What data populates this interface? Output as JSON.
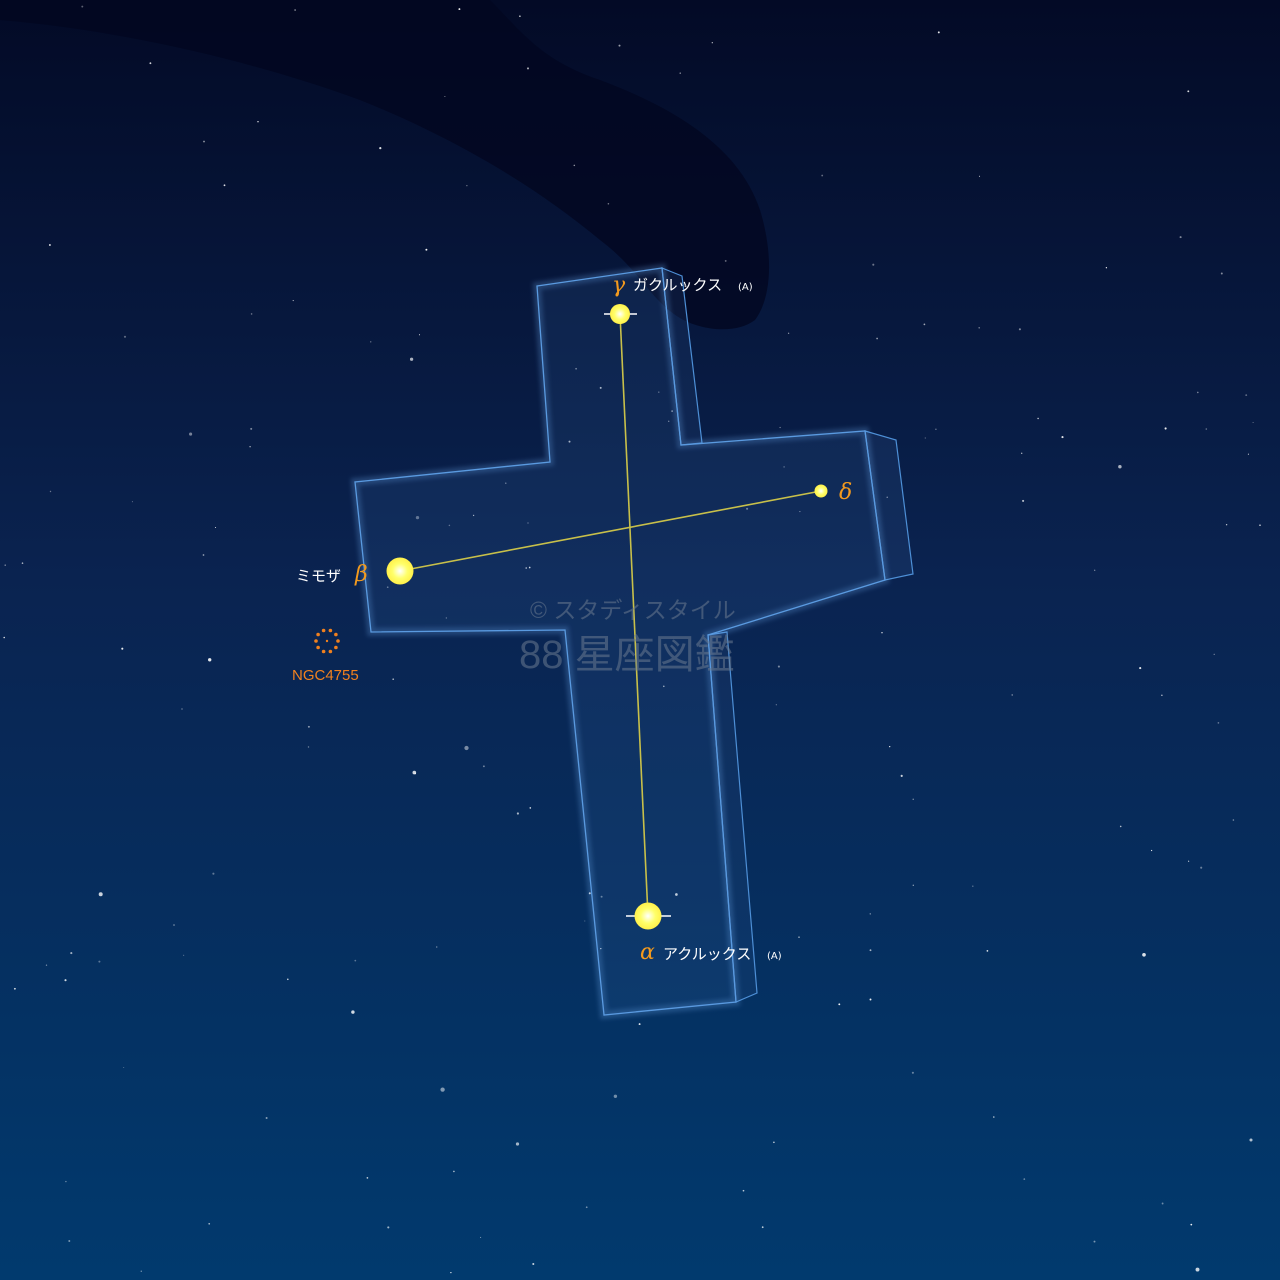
{
  "constellation": {
    "stars": [
      {
        "id": "gamma",
        "greek": "γ",
        "name": "ガクルックス",
        "suffix": "(A)"
      },
      {
        "id": "delta",
        "greek": "δ",
        "name": "",
        "suffix": ""
      },
      {
        "id": "beta",
        "greek": "β",
        "name": "ミモザ",
        "suffix": ""
      },
      {
        "id": "alpha",
        "greek": "α",
        "name": "アクルックス",
        "suffix": "(A)"
      }
    ],
    "cluster": {
      "name": "NGC4755"
    }
  },
  "watermark": {
    "copyright": "© スタディスタイル",
    "title": "88 星座図鑑"
  },
  "colors": {
    "sky_top": "#030a26",
    "sky_bottom": "#013a6e",
    "star": "#ffff66",
    "constellation_line": "#c8c04a",
    "outline": "#4d8fd6",
    "greek_label": "#f39a1e",
    "cluster": "#f0801e"
  }
}
